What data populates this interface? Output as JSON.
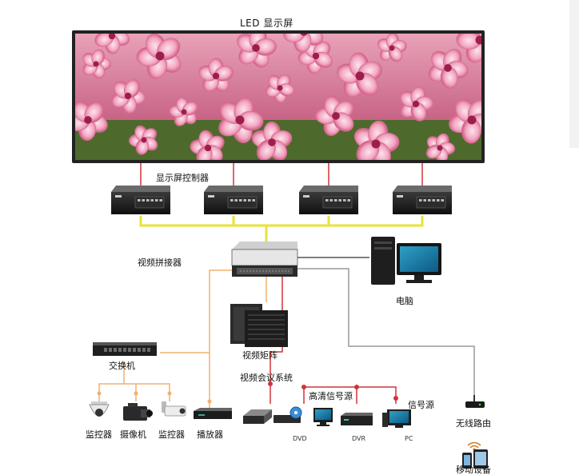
{
  "display": {
    "title": "LED 显示屏"
  },
  "labels": {
    "controller": "显示屏控制器",
    "splicer": "视频拼接器",
    "computer": "电脑",
    "matrix": "视频矩阵",
    "switch": "交换机",
    "video_conference": "视频会议系统",
    "hd_source": "高清信号源",
    "signal_source": "信号源",
    "router": "无线路由",
    "mobile": "移动设备",
    "monitor_1": "监控器",
    "camera": "摄像机",
    "monitor_2": "监控器",
    "player": "播放器",
    "dvd": "DVD",
    "dvr": "DVR",
    "pc": "PC"
  },
  "colors": {
    "yellow_line": "#e8e23a",
    "red_line": "#d0343a",
    "orange_line": "#f0b070",
    "gray_line": "#9a9a9a",
    "device_dark": "#1f1f1f"
  }
}
